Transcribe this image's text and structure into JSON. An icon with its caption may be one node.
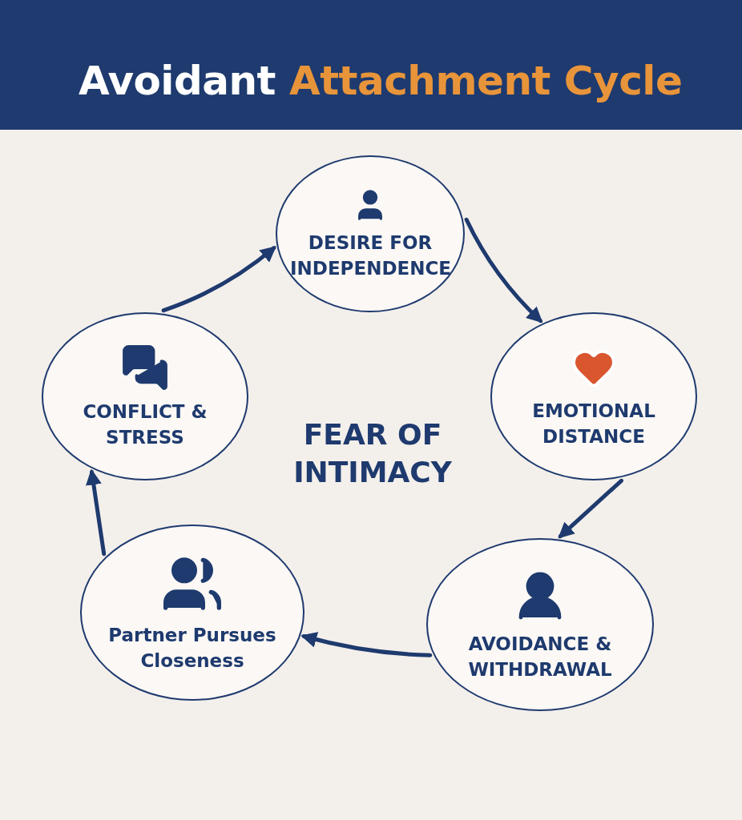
{
  "diagram": {
    "title": "Avoidant Attachment Cycle",
    "nodes": [
      {
        "text": [
          "DESIRE FOR INDEPENDENCE"
        ]
      },
      {
        "text": [
          "EMOTIONAL DISTANCE"
        ]
      },
      {
        "text": [
          "AVOIDANCE & WITHDRAWAL"
        ]
      },
      {
        "text": [
          "Partner Pursues Closeness"
        ]
      },
      {
        "text": [
          "CONFLICT & STRESS"
        ]
      }
    ],
    "edges": [
      {
        "from": 0,
        "to": 1,
        "arrow": "to"
      },
      {
        "from": 1,
        "to": 2,
        "arrow": "to"
      },
      {
        "from": 2,
        "to": 3,
        "arrow": "to"
      },
      {
        "from": 3,
        "to": 4,
        "arrow": "to"
      },
      {
        "from": 4,
        "to": 0,
        "arrow": "to"
      }
    ],
    "labels": [
      "FEAR OF INTIMACY"
    ]
  }
}
